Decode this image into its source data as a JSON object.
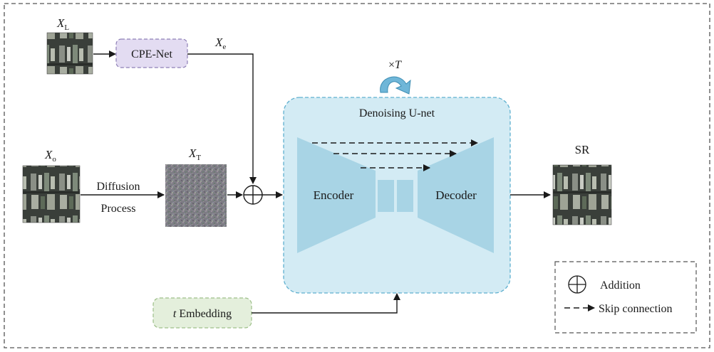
{
  "inputs": {
    "xl_label": {
      "base": "X",
      "sub": "L"
    },
    "xo_label": {
      "base": "X",
      "sub": "o"
    }
  },
  "cpe_net": {
    "label": "CPE-Net",
    "fill": "#e3dcf2",
    "stroke": "#8e7fb6"
  },
  "xe_label": {
    "base": "X",
    "sub": "e"
  },
  "diffusion": {
    "line1": "Diffusion",
    "line2": "Process"
  },
  "xt_label": {
    "base": "X",
    "sub": "T"
  },
  "loop": {
    "prefix": "×",
    "var": "T",
    "color": "#6fb6d8"
  },
  "unet": {
    "title": "Denoising U-net",
    "encoder": "Encoder",
    "decoder": "Decoder",
    "fill": "#d3ebf4",
    "stroke": "#5fb0cf",
    "block_fill": "#a8d4e5"
  },
  "output": {
    "label": "SR"
  },
  "t_embedding": {
    "var": "t",
    "label": " Embedding",
    "fill": "#e4efdc",
    "stroke": "#9dbf89"
  },
  "legend": {
    "addition": "Addition",
    "skip": "Skip connection"
  }
}
